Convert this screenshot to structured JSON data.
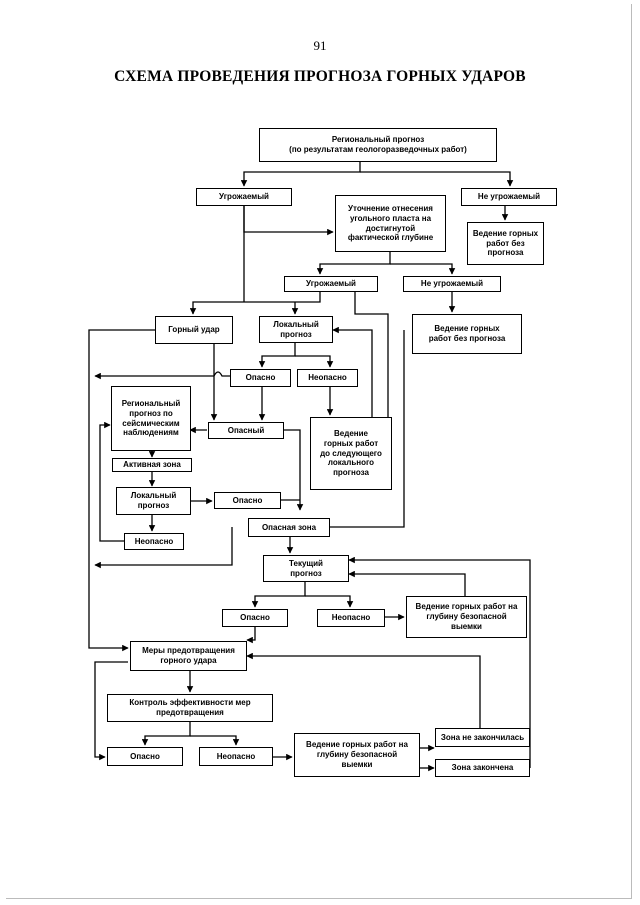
{
  "page": {
    "number": "91",
    "title": "СХЕМА ПРОВЕДЕНИЯ ПРОГНОЗА ГОРНЫХ УДАРОВ"
  },
  "nodes": {
    "regional_forecast": "Региональный прогноз\n(по результатам геологоразведочных работ)",
    "threatened_1": "Угрожаемый",
    "not_threatened_1": "Не угрожаемый",
    "refinement": "Уточнение отнесения\nугольного пласта на\nдостигнутой\nфактической глубине",
    "mining_no_forecast_1": "Ведение горных\nработ без\nпрогноза",
    "threatened_2": "Угрожаемый",
    "not_threatened_2": "Не угрожаемый",
    "mining_no_forecast_2": "Ведение горных\nработ без прогноза",
    "rock_burst": "Горный удар",
    "local_forecast": "Локальный\nпрогноз",
    "dangerous_1": "Опасно",
    "not_dangerous_1": "Неопасно",
    "regional_seismic": "Региональный\nпрогноз по\nсейсмическим\nнаблюдениям",
    "dangerous_state": "Опасный",
    "mining_next_local": "Ведение\nгорных работ\nдо следующего\nлокального\nпрогноза",
    "active_zone": "Активная зона",
    "local_forecast_2": "Локальный\nпрогноз",
    "dangerous_2": "Опасно",
    "dangerous_zone": "Опасная зона",
    "not_dangerous_2": "Неопасно",
    "current_forecast": "Текущий\nпрогноз",
    "dangerous_3": "Опасно",
    "not_dangerous_3": "Неопасно",
    "mining_safe_depth_1": "Ведение горных работ на\nглубину безопасной\nвыемки",
    "prevention_measures": "Меры предотвращения\nгорного удара",
    "efficiency_control": "Контроль эффективности мер\nпредотвращения",
    "dangerous_4": "Опасно",
    "not_dangerous_4": "Неопасно",
    "mining_safe_depth_2": "Ведение горных работ на\nглубину безопасной\nвыемки",
    "zone_not_finished": "Зона не закончилась",
    "zone_finished": "Зона закончена"
  }
}
